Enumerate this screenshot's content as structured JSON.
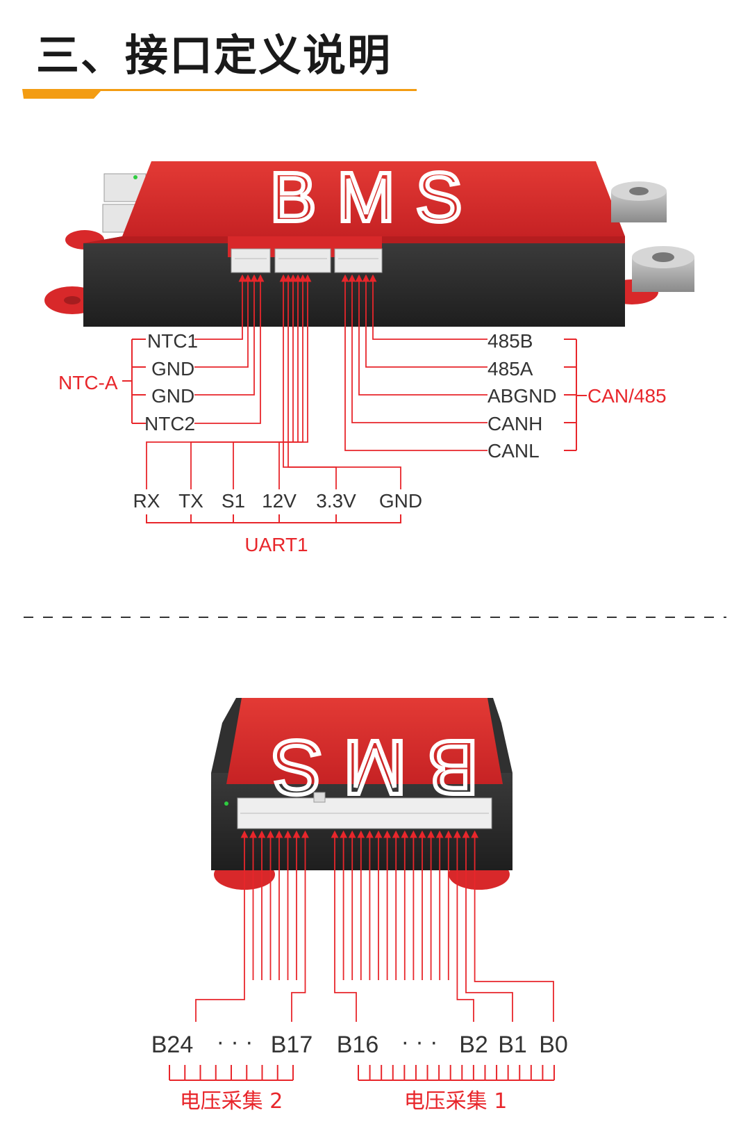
{
  "header": {
    "title": "三、接口定义说明",
    "accent_color": "#f39c12"
  },
  "colors": {
    "bms_red": "#d8282a",
    "line_red": "#e8262b",
    "case_dark": "#2b2b2b"
  },
  "board1": {
    "logo": "BMS",
    "ntc": {
      "group_label": "NTC-A",
      "pins": [
        "NTC1",
        "GND",
        "GND",
        "NTC2"
      ]
    },
    "uart": {
      "group_label": "UART1",
      "pins": [
        "RX",
        "TX",
        "S1",
        "12V",
        "3.3V",
        "GND"
      ]
    },
    "can485": {
      "group_label": "CAN/485",
      "pins": [
        "485B",
        "485A",
        "ABGND",
        "CANH",
        "CANL"
      ]
    }
  },
  "board2": {
    "logo": "BMS",
    "group2": {
      "start": "B24",
      "dots": "· · ·",
      "end": "B17",
      "label": "电压采集 2"
    },
    "group1": {
      "start": "B16",
      "dots": "· · ·",
      "pins_end": [
        "B2",
        "B1",
        "B0"
      ],
      "label": "电压采集 1"
    }
  }
}
